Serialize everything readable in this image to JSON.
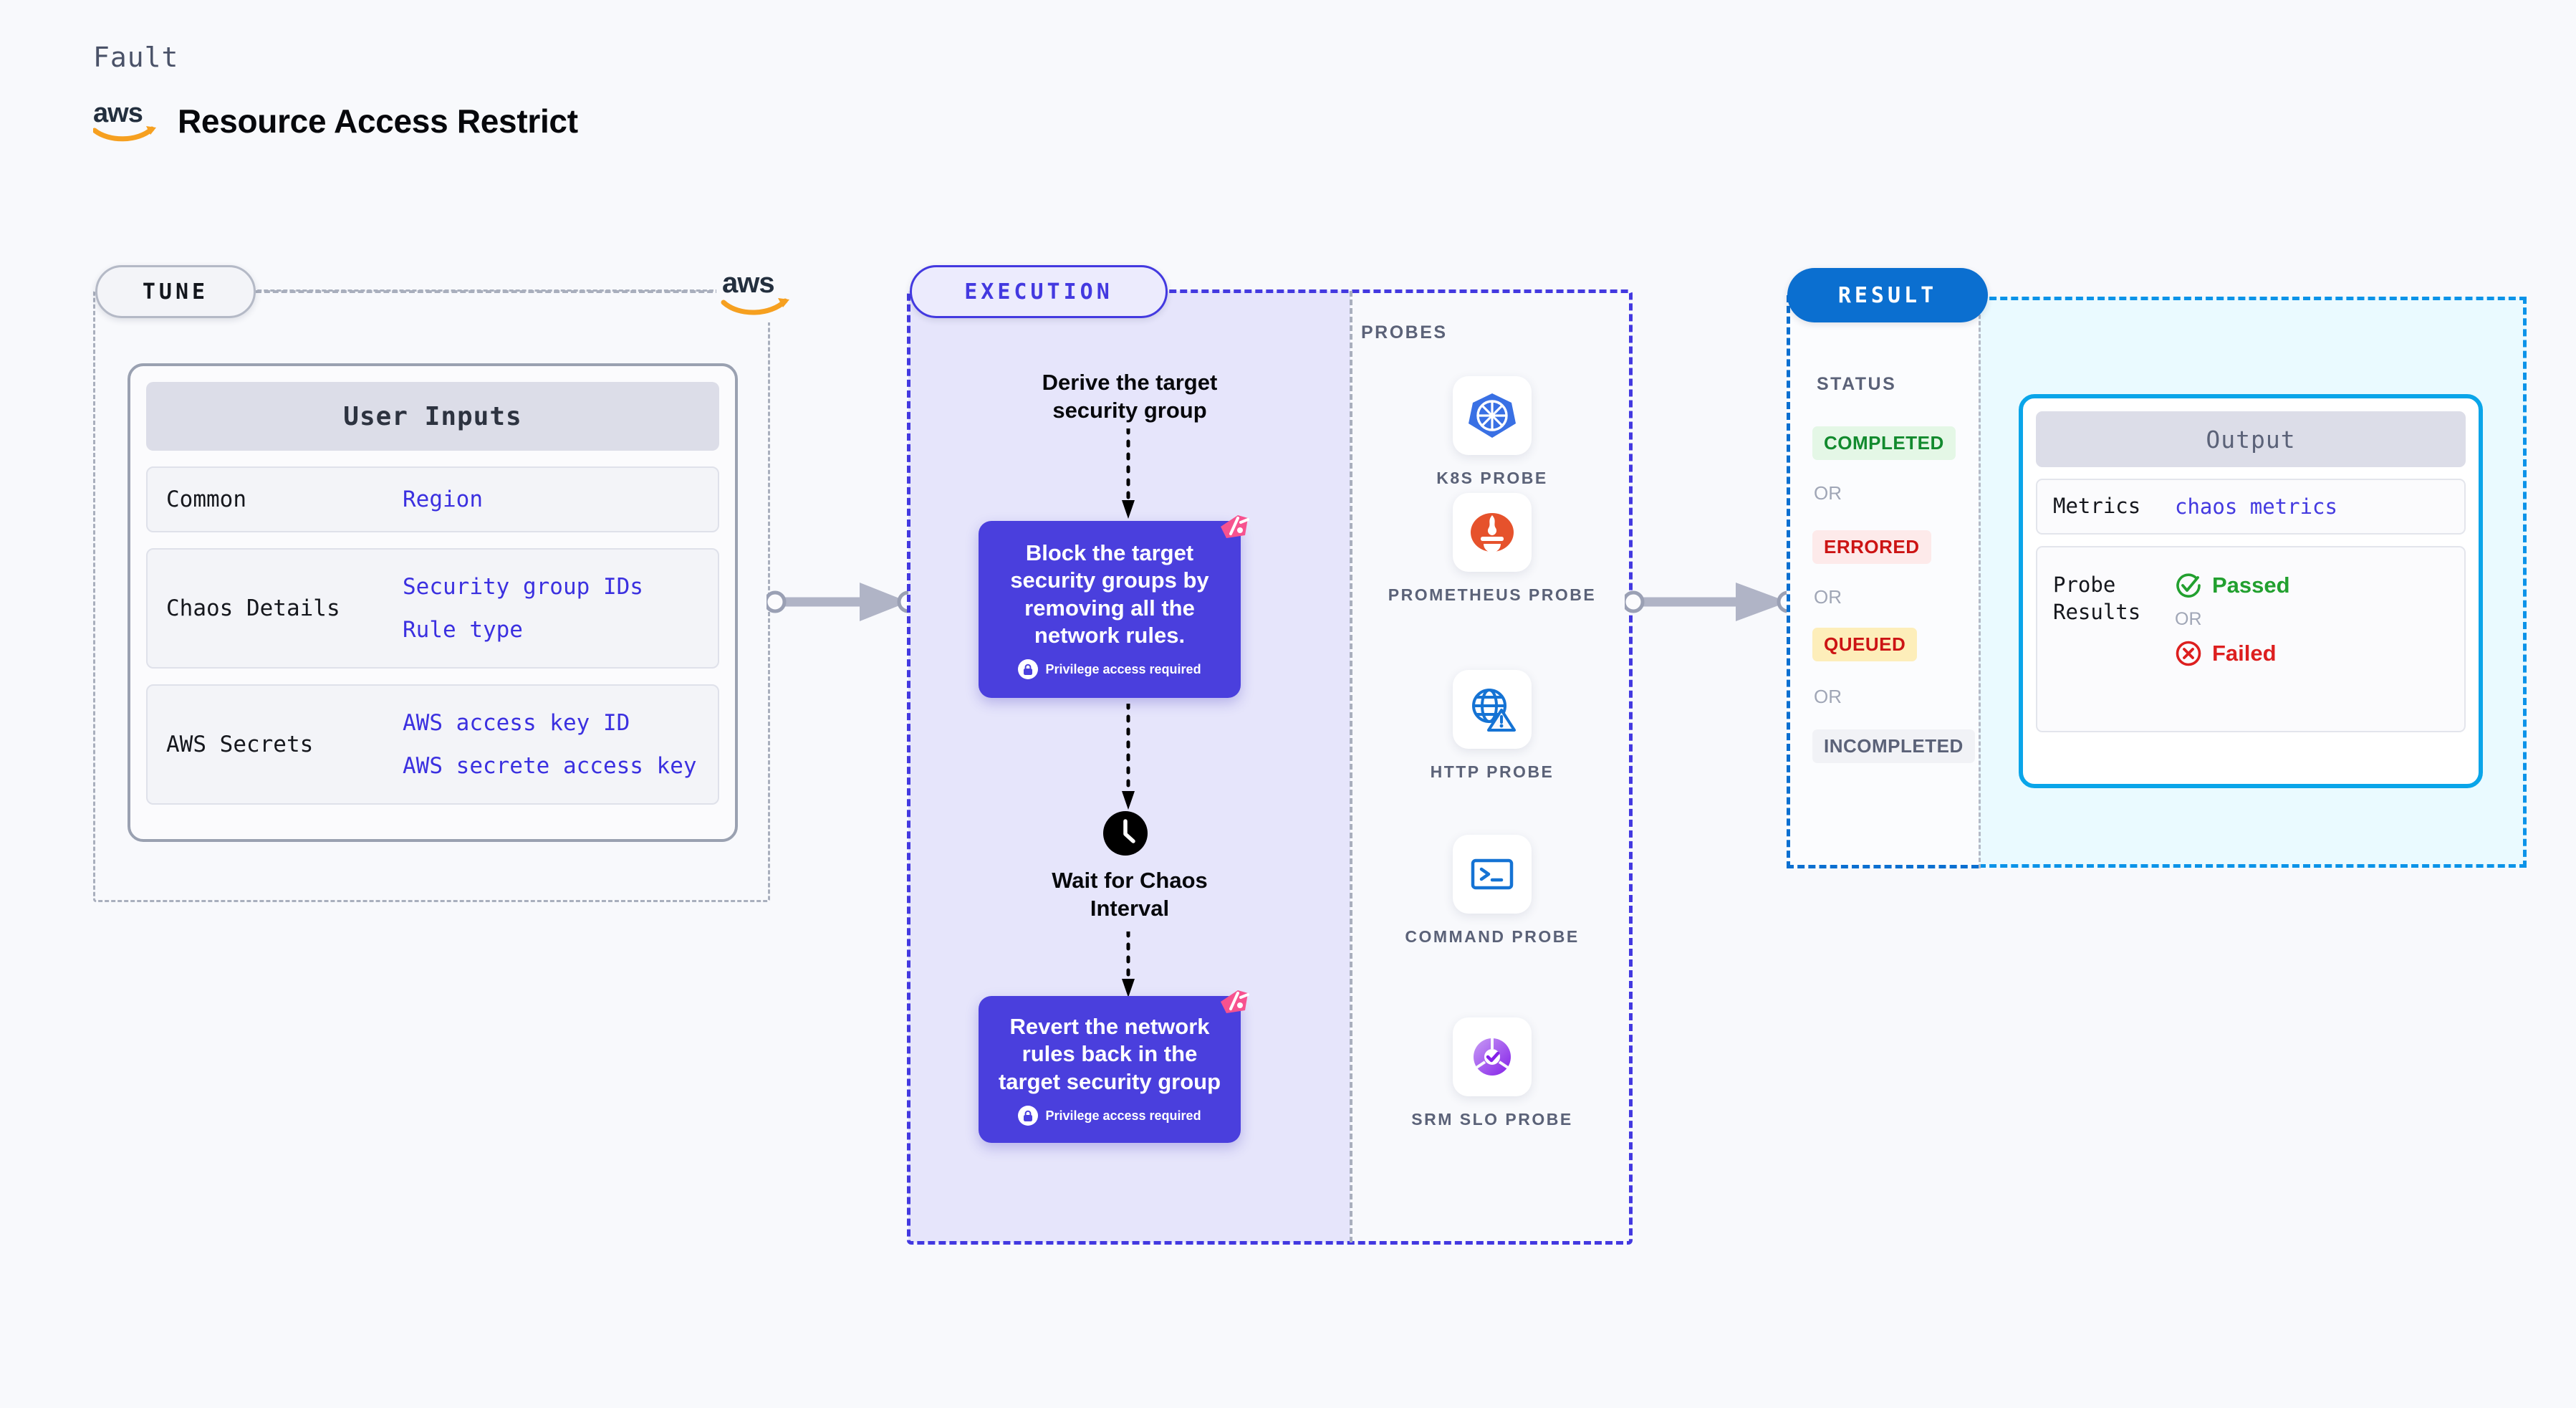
{
  "header": {
    "kicker": "Fault",
    "title": "Resource Access Restrict",
    "logo_icon": "aws-logo-icon"
  },
  "tune": {
    "pill_label": "TUNE",
    "aws_mark_icon": "aws-logo-icon",
    "card_title": "User Inputs",
    "rows": [
      {
        "label": "Common",
        "values": [
          "Region"
        ]
      },
      {
        "label": "Chaos Details",
        "values": [
          "Security group IDs",
          "Rule type"
        ]
      },
      {
        "label": "AWS Secrets",
        "values": [
          "AWS access key ID",
          "AWS secrete access key"
        ]
      }
    ]
  },
  "execution": {
    "pill_label": "EXECUTION",
    "step_derive": "Derive the target\nsecurity group",
    "card_block": {
      "title": "Block the target security groups by removing all the network rules.",
      "note": "Privilege access required",
      "note_icon": "lock-icon",
      "corner_icon": "harness-flag-icon"
    },
    "wait_label": "Wait for Chaos\nInterval",
    "wait_icon": "clock-icon",
    "card_revert": {
      "title": "Revert the network rules back in the target security group",
      "note": "Privilege access required",
      "note_icon": "lock-icon",
      "corner_icon": "harness-flag-icon"
    }
  },
  "probes": {
    "heading": "PROBES",
    "items": [
      {
        "name": "K8S PROBE",
        "icon": "kubernetes-icon"
      },
      {
        "name": "PROMETHEUS PROBE",
        "icon": "prometheus-icon"
      },
      {
        "name": "HTTP PROBE",
        "icon": "http-globe-warning-icon"
      },
      {
        "name": "COMMAND PROBE",
        "icon": "terminal-icon"
      },
      {
        "name": "SRM SLO PROBE",
        "icon": "srm-slo-icon"
      }
    ]
  },
  "result": {
    "pill_label": "RESULT",
    "status_heading": "STATUS",
    "or_label": "OR",
    "statuses": [
      {
        "label": "COMPLETED",
        "color": "#128a2e",
        "bg": "#e4f7e6"
      },
      {
        "label": "ERRORED",
        "color": "#cc1414",
        "bg": "#fdeaea"
      },
      {
        "label": "QUEUED",
        "color": "#cc1414",
        "bg": "#fdeeba"
      },
      {
        "label": "INCOMPLETED",
        "color": "#5b6278",
        "bg": "#f1f2f6"
      }
    ],
    "output": {
      "title": "Output",
      "metrics_label": "Metrics",
      "metrics_value": "chaos metrics",
      "probe_results_label": "Probe Results",
      "passed_label": "Passed",
      "passed_icon": "check-circle-icon",
      "failed_label": "Failed",
      "failed_icon": "x-circle-icon",
      "or_label": "OR"
    }
  },
  "colors": {
    "accent_purple": "#4a3fdd",
    "accent_blue": "#0b6fd0",
    "accent_cyan": "#0aa5e9",
    "aws_orange": "#f6a020",
    "pink_flag": "#f7528f"
  }
}
